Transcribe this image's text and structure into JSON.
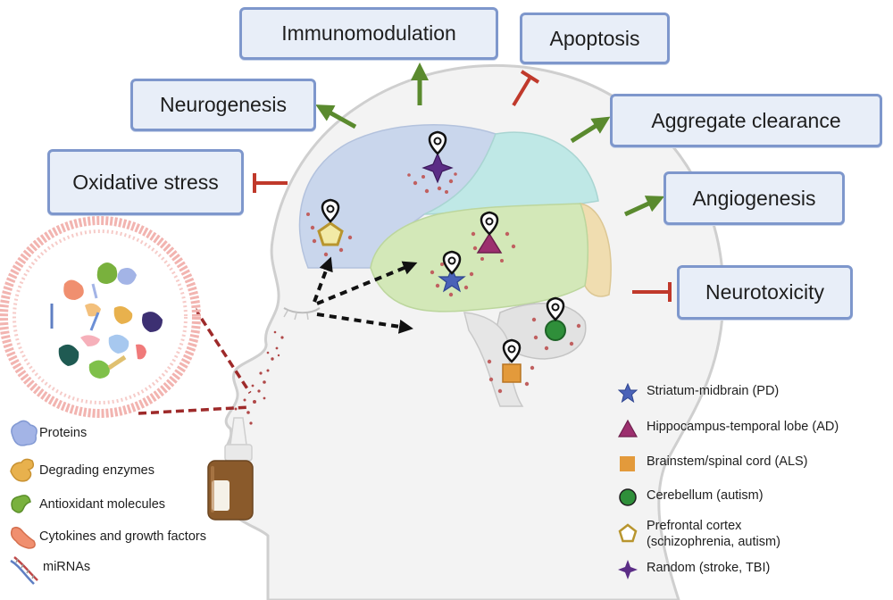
{
  "effects": {
    "immunomodulation": "Immunomodulation",
    "apoptosis": "Apoptosis",
    "neurogenesis": "Neurogenesis",
    "aggregate_clearance": "Aggregate clearance",
    "oxidative_stress": "Oxidative stress",
    "angiogenesis": "Angiogenesis",
    "neurotoxicity": "Neurotoxicity"
  },
  "cargo_legend": {
    "proteins": "Proteins",
    "degrading_enzymes": "Degrading enzymes",
    "antioxidant_molecules": "Antioxidant molecules",
    "cytokines": "Cytokines  and growth factors",
    "mirnas": "miRNAs"
  },
  "target_legend": {
    "striatum": "Striatum-midbrain (PD)",
    "hippocampus": "Hippocampus-temporal lobe (AD)",
    "brainstem": "Brainstem/spinal cord (ALS)",
    "cerebellum": "Cerebellum (autism)",
    "prefrontal_line1": "Prefrontal cortex",
    "prefrontal_line2": "(schizophrenia, autism)",
    "random": "Random (stroke, TBI)"
  },
  "colors": {
    "promote_arrow": "#5a8a2e",
    "inhibit_bar": "#c0392b",
    "box_fill": "#e8eef8",
    "box_border": "#7e97cc",
    "lobe_frontal": "#c9d6ec",
    "lobe_parietal": "#bfe8e6",
    "lobe_temporal": "#d3e8b8",
    "lobe_occipital": "#f0ddb0",
    "striatum_marker": "#4a62b8",
    "hippocampus_marker": "#9c2f6e",
    "brainstem_marker": "#e39a3b",
    "cerebellum_marker": "#2f8f3a",
    "prefrontal_marker": "#b8952e",
    "random_marker": "#5b2d86"
  }
}
